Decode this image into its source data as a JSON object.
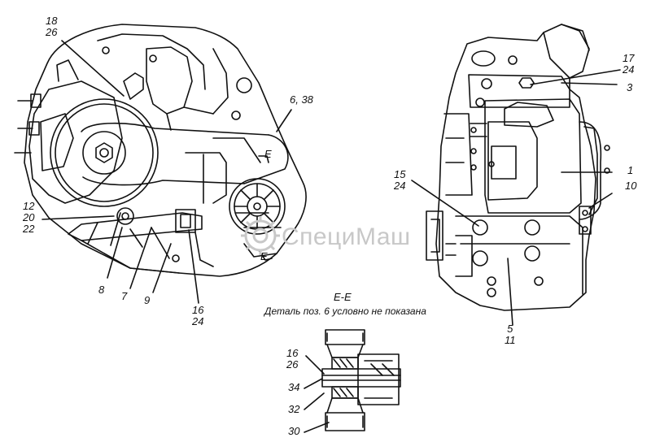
{
  "figure": {
    "labels": {
      "l18_26": [
        "18",
        "26"
      ],
      "l6_38": "6, 38",
      "l12_20_22": [
        "12",
        "20",
        "22"
      ],
      "l8": "8",
      "l7": "7",
      "l9": "9",
      "l16_24": [
        "16",
        "24"
      ],
      "lE_top": "E",
      "lE_bot": "E",
      "l17_24": [
        "17",
        "24"
      ],
      "l3": "3",
      "l15_24": [
        "15",
        "24"
      ],
      "l1": "1",
      "l10": "10",
      "l5_11": [
        "5",
        "11"
      ]
    },
    "section": {
      "title": "E-E",
      "subtitle": "Деталь поз. 6 условно не показана",
      "labels": {
        "l16_26": [
          "16",
          "26"
        ],
        "l34": "34",
        "l32": "32",
        "l30": "30"
      }
    },
    "watermark": "СпециМаш"
  },
  "colors": {
    "ink": "#111111",
    "watermark": "#c8c8c8"
  }
}
